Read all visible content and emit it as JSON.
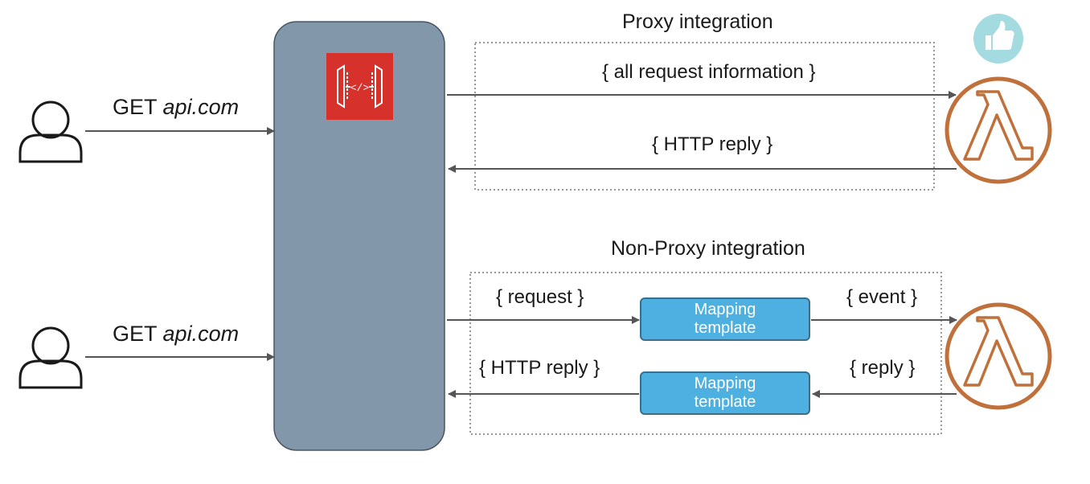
{
  "clients": [
    {
      "get_verb": "GET",
      "get_host": "api.com"
    },
    {
      "get_verb": "GET",
      "get_host": "api.com"
    }
  ],
  "proxy": {
    "title": "Proxy integration",
    "request_label": "{ all request information }",
    "reply_label": "{ HTTP reply }"
  },
  "non_proxy": {
    "title": "Non-Proxy integration",
    "request_label": "{ request }",
    "event_label": "{ event }",
    "http_reply_label": "{ HTTP reply }",
    "reply_label": "{ reply }",
    "mapping_template_top": {
      "line1": "Mapping",
      "line2": "template"
    },
    "mapping_template_bottom": {
      "line1": "Mapping",
      "line2": "template"
    }
  },
  "icons": {
    "user": "user-icon",
    "api_gateway": "api-gateway-icon",
    "lambda": "lambda-icon",
    "thumbs_up": "thumbs-up-icon"
  },
  "colors": {
    "gateway_panel": "#8297aa",
    "api_gateway_red": "#d6312b",
    "lambda_orange": "#c0703a",
    "mapping_blue": "#4db0e0",
    "thumbs_teal": "#a4dbe0",
    "arrow_gray": "#555555"
  }
}
